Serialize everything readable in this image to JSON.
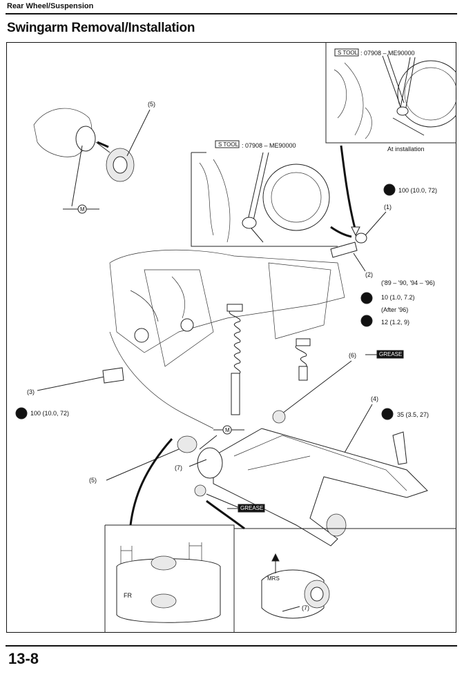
{
  "header": {
    "section": "Rear Wheel/Suspension",
    "title": "Swingarm Removal/Installation",
    "page_number": "13-8"
  },
  "tool_callouts": {
    "tool_tag": "S TOOL",
    "tool_number": ": 07908 – ME90000",
    "tool_number_top": ": 07908 – ME90000",
    "at_installation": "At installation"
  },
  "callouts": {
    "c1": "(1)",
    "c2": "(2)",
    "c3": "(3)",
    "c4": "(4)",
    "c5_top": "(5)",
    "c5_bottom": "(5)",
    "c6": "(6)",
    "c7_left": "(7)",
    "c7_right": "(7)"
  },
  "torque": {
    "t1": "100 (10.0, 72)",
    "t2_years": "('89 – '90, '94 – '96)",
    "t2_value": "10 (1.0, 7.2)",
    "t3_years": "(After '96)",
    "t3_value": "12 (1.2, 9)",
    "t4": "100 (10.0, 72)",
    "t5": "35 (3.5, 27)"
  },
  "lube_tags": {
    "moly": "M",
    "grease": "GREASE"
  },
  "inset_labels": {
    "fr": "FR",
    "mark": "MRS"
  }
}
